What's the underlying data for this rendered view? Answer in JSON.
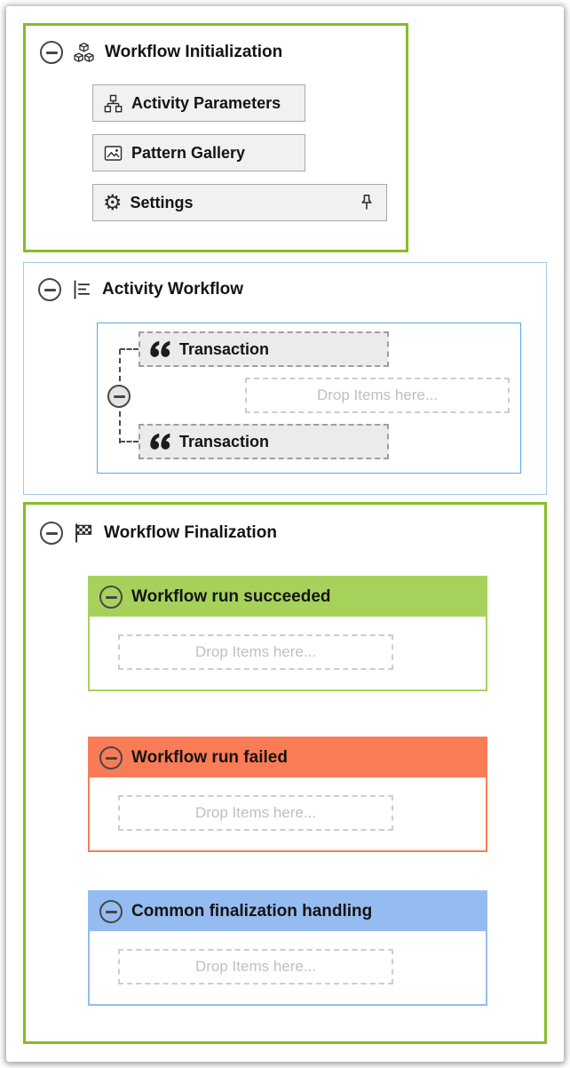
{
  "colors": {
    "group_green_border": "#86BD27",
    "activity_outer_border_blue": "#A3C6E8",
    "activity_canvas_border_blue": "#57A7F5",
    "succeeded_green": "#A6D25C",
    "failed_orange": "#F97C57",
    "common_blue": "#95BCF0",
    "button_background": "#F1F1F1",
    "transaction_background": "#EBEBEB",
    "drop_placeholder_gray": "#BFBFBF"
  },
  "icons": {
    "gear_glyph": "⚙"
  },
  "initialization": {
    "title": "Workflow Initialization",
    "icon": "modules-icon",
    "buttons": [
      {
        "label": "Activity Parameters",
        "icon": "flow-nodes-icon"
      },
      {
        "label": "Pattern Gallery",
        "icon": "image-icon"
      },
      {
        "label": "Settings",
        "icon": "gear-icon",
        "trailing_icon": "pin-icon"
      }
    ]
  },
  "activity": {
    "title": "Activity Workflow",
    "icon": "outline-list-icon",
    "transactions": [
      {
        "label": "Transaction",
        "icon": "quotes-icon"
      },
      {
        "label": "Transaction",
        "icon": "quotes-icon"
      }
    ],
    "drop_placeholder": "Drop Items here..."
  },
  "finalization": {
    "title": "Workflow Finalization",
    "icon": "checkered-flag-icon",
    "sections": [
      {
        "title": "Workflow run succeeded",
        "accent_color": "#A6D25C",
        "drop_placeholder": "Drop Items here..."
      },
      {
        "title": "Workflow run failed",
        "accent_color": "#F97C57",
        "drop_placeholder": "Drop Items here..."
      },
      {
        "title": "Common finalization handling",
        "accent_color": "#95BCF0",
        "drop_placeholder": "Drop Items here..."
      }
    ]
  }
}
